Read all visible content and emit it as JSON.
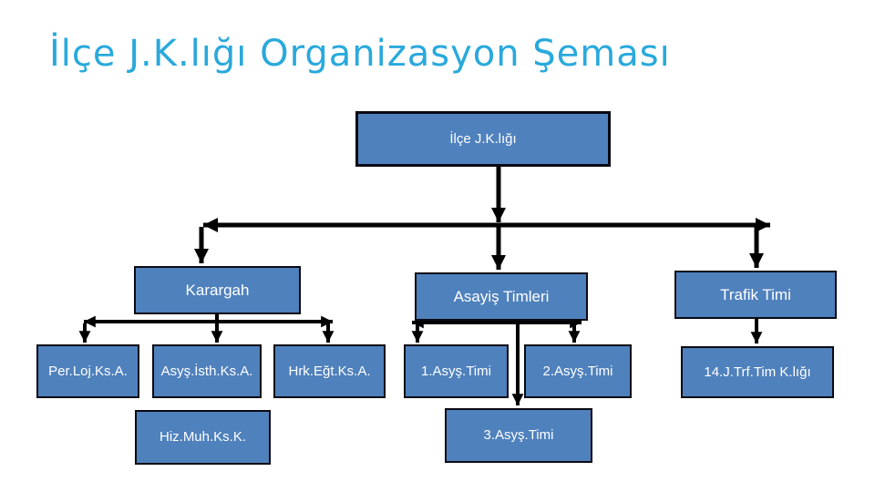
{
  "slide": {
    "title": "İlçe J.K.lığı Organizasyon Şeması"
  },
  "colors": {
    "title_text": "#29A9DC",
    "node_fill": "#4F81BD",
    "node_border": "#0A0A14",
    "node_text": "#FFFFFF",
    "connector": "#000000",
    "background": "#FFFFFF"
  },
  "org_chart": {
    "root_label": "İlçe J.K.lığı",
    "branches": [
      {
        "label": "Karargah",
        "children": [
          "Per.Loj.Ks.A.",
          "Asyş.İsth.Ks.A.",
          "Hrk.Eğt.Ks.A.",
          "Hiz.Muh.Ks.K."
        ]
      },
      {
        "label": "Asayiş Timleri",
        "children": [
          "1.Asyş.Timi",
          "2.Asyş.Timi",
          "3.Asyş.Timi"
        ]
      },
      {
        "label": "Trafik Timi",
        "children": [
          "14.J.Trf.Tim K.lığı"
        ]
      }
    ]
  }
}
